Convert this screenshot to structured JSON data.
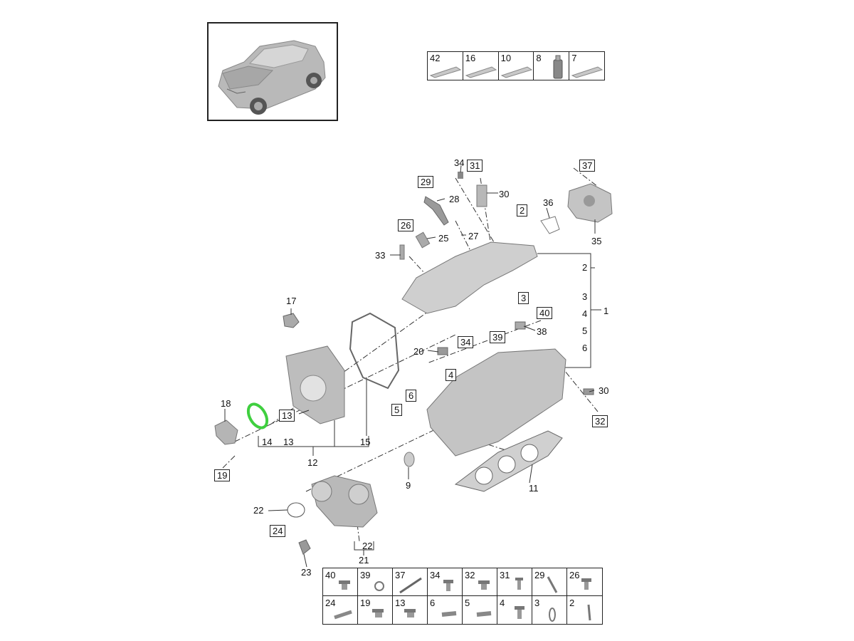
{
  "diagram": {
    "top_strip": [
      "42",
      "16",
      "10",
      "8",
      "7"
    ],
    "bottom_row_1": [
      "40",
      "39",
      "37",
      "34",
      "32",
      "31",
      "29",
      "26"
    ],
    "bottom_row_2": [
      "24",
      "19",
      "13",
      "6",
      "5",
      "4",
      "3",
      "2"
    ],
    "callouts": {
      "c1": "1",
      "c2a": "2",
      "c2b": "2",
      "c3a": "3",
      "c3b": "3",
      "c4a": "4",
      "c4b": "4",
      "c5a": "5",
      "c5b": "5",
      "c6a": "6",
      "c6b": "6",
      "c9": "9",
      "c11": "11",
      "c12": "12",
      "c13a": "13",
      "c13b": "13",
      "c14": "14",
      "c15": "15",
      "c17": "17",
      "c18": "18",
      "c19": "19",
      "c20": "20",
      "c21": "21",
      "c22a": "22",
      "c22b": "22",
      "c23": "23",
      "c24": "24",
      "c25": "25",
      "c26": "26",
      "c27": "27",
      "c28": "28",
      "c29": "29",
      "c30a": "30",
      "c30b": "30",
      "c31": "31",
      "c32": "32",
      "c33": "33",
      "c34a": "34",
      "c34b": "34",
      "c35": "35",
      "c36": "36",
      "c37": "37",
      "c38": "38",
      "c39": "39",
      "c40": "40"
    },
    "highlight_color": "#3fcf3f"
  }
}
